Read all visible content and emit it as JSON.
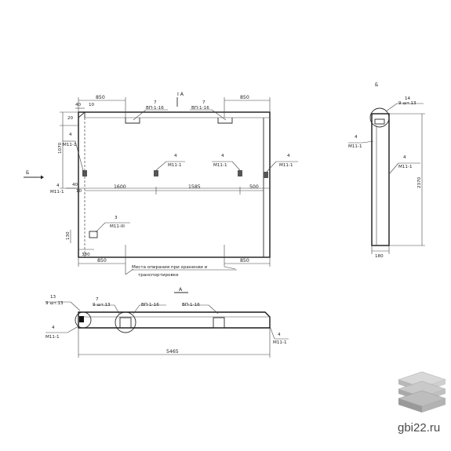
{
  "drawing": {
    "view_label_top": "I A",
    "view_label_b": "Б",
    "side_view_label": "Б",
    "section_label": "A"
  },
  "front": {
    "dims": {
      "top_left": "850",
      "top_right": "850",
      "left_40": "40",
      "left_10": "10",
      "left_20": "20",
      "height_1070": "1070",
      "left_40b": "40",
      "left_10b": "10",
      "mid_1600": "1600",
      "mid_1585": "1585",
      "mid_500": "500",
      "low_130": "130",
      "low_380": "380",
      "bottom_left": "850",
      "bottom_right": "850"
    },
    "callouts": {
      "loop_left": {
        "num": "7",
        "code": "ВП-1-16"
      },
      "loop_right": {
        "num": "7",
        "code": "ВП-1-16"
      },
      "emb_left": {
        "num": "4",
        "code": "М11-1"
      },
      "emb_mid": {
        "num": "4",
        "code": "М11-1"
      },
      "emb_center": {
        "num": "4",
        "code": "М11-1"
      },
      "emb_right": {
        "num": "4",
        "code": "М11-1"
      },
      "emb_bottom_left": {
        "num": "4",
        "code": "М11-1"
      },
      "emb_low": {
        "num": "3",
        "code": "М11-III"
      }
    },
    "support_note_1": "Места опирания при хранении и",
    "support_note_2": "транспортировке"
  },
  "side": {
    "top_callout": {
      "num": "14",
      "code": "9 шт.13"
    },
    "left_callout": {
      "num": "4",
      "code": "М11-1"
    },
    "right_callout": {
      "num": "4",
      "code": "М11-1"
    },
    "height": "2370",
    "width": "180"
  },
  "section": {
    "callout_13": {
      "num": "13",
      "code": "9 шт.13"
    },
    "callout_7": {
      "num": "7",
      "code": "9 шт.13"
    },
    "callout_loop1": "ВП-1-16",
    "callout_loop2": "ВП-1-16",
    "left_callout": {
      "num": "4",
      "code": "М11-1"
    },
    "right_callout": {
      "num": "4",
      "code": "М11-1"
    },
    "length": "5465"
  },
  "brand": {
    "site": "gbi22.ru"
  },
  "colors": {
    "line": "#2a2a2a",
    "brand_top": "#d8d8d8",
    "brand_mid": "#bdbdbd",
    "brand_bottom": "#9e9e9e"
  }
}
